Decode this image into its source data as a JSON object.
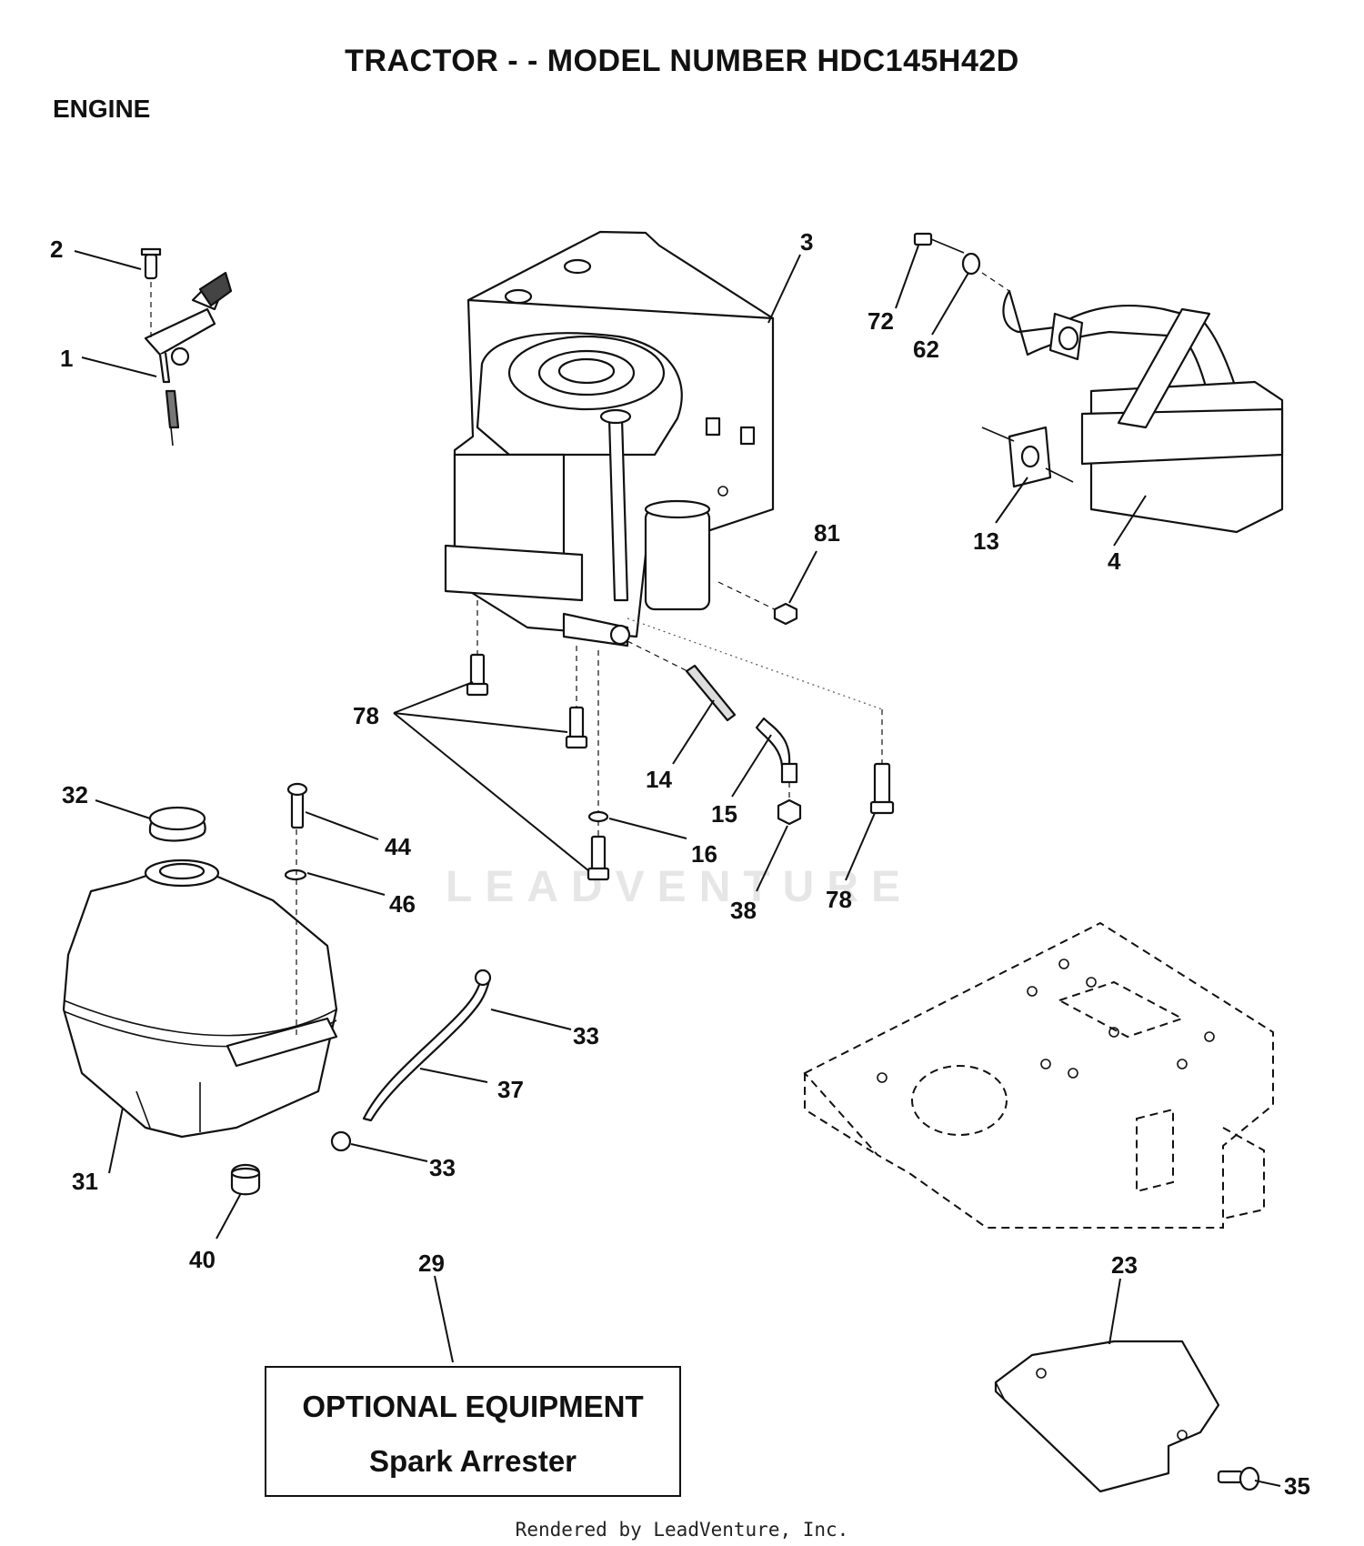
{
  "header": {
    "title": "TRACTOR - - MODEL NUMBER HDC145H42D",
    "section": "ENGINE"
  },
  "callouts": [
    "1",
    "2",
    "3",
    "72",
    "62",
    "13",
    "4",
    "81",
    "78",
    "14",
    "15",
    "16",
    "38",
    "78",
    "32",
    "44",
    "46",
    "31",
    "33",
    "37",
    "33",
    "40",
    "29",
    "23",
    "35"
  ],
  "optional_box": {
    "heading": "OPTIONAL EQUIPMENT",
    "item": "Spark Arrester"
  },
  "watermark": "LEADVENTURE",
  "footer": "Rendered by LeadVenture, Inc."
}
